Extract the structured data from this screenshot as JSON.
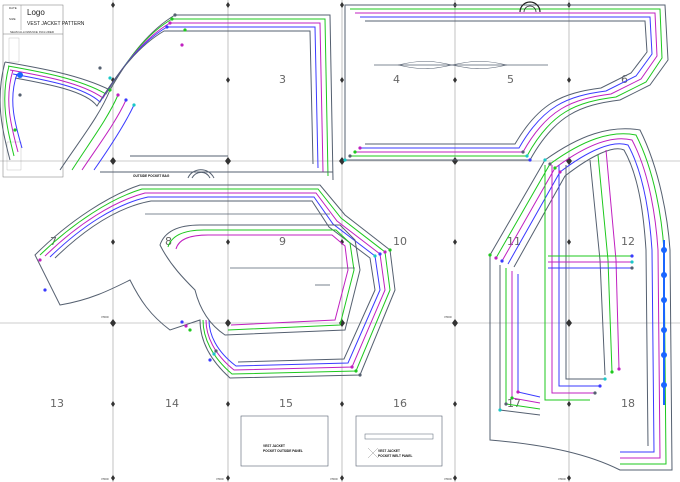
{
  "header": {
    "logo_text": "Logo",
    "title": "VEST JACKET PATTERN",
    "allowance_note": "SEAM ALLOWANCE INCLUDED",
    "side_block": [
      "DATE",
      "",
      "SIZE",
      ""
    ]
  },
  "tiles": [
    "3",
    "4",
    "5",
    "6",
    "7",
    "8",
    "9",
    "10",
    "11",
    "12",
    "13",
    "14",
    "15",
    "16",
    "17",
    "18"
  ],
  "piece_labels": {
    "outside_pocket_bag": "OUTSIDE POCKET BAG",
    "pocket_outside_panel": "VEST JACKET\nPOCKET OUTSIDE PANEL",
    "pocket_welt_panel": "VEST JACKET\nPOCKET WELT PANEL"
  },
  "mark_labels": [
    "7/000",
    "7/000",
    "7/000",
    "7/000",
    "7/000",
    "7/000",
    "7/000"
  ],
  "colors": {
    "grid": "#9a9a9a",
    "outline": "#556070",
    "green": "#1ec81e",
    "magenta": "#c020c0",
    "blue": "#3a3aff",
    "cyan": "#19c8c8",
    "zip_blue": "#1a66ff"
  }
}
